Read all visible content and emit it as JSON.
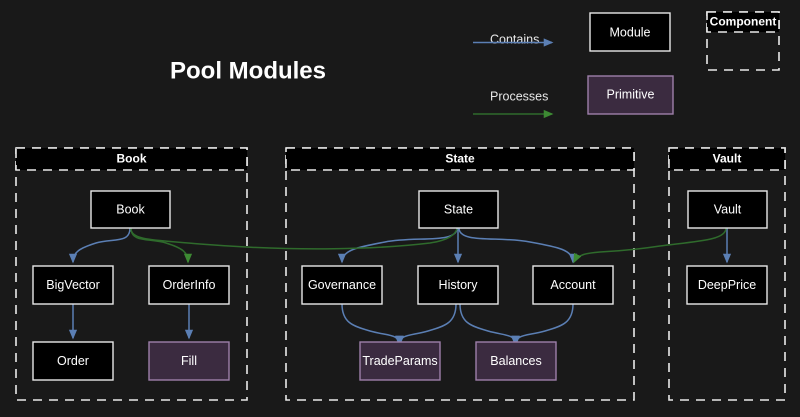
{
  "title": "Pool Modules",
  "colors": {
    "background": "#191919",
    "module_fill": "#000000",
    "module_stroke": "#e9e9e9",
    "primitive_fill": "#3b2b40",
    "primitive_stroke": "#9d7faa",
    "contains_edge": "#5b7fb4",
    "processes_edge": "#2f6b2c",
    "text": "#ffffff"
  },
  "legend": {
    "contains_label": "Contains",
    "processes_label": "Processes",
    "module_label": "Module",
    "primitive_label": "Primitive",
    "component_label": "Component"
  },
  "components": [
    {
      "id": "book",
      "title": "Book"
    },
    {
      "id": "state",
      "title": "State"
    },
    {
      "id": "vault",
      "title": "Vault"
    }
  ],
  "nodes": [
    {
      "id": "book",
      "label": "Book",
      "type": "module",
      "component": "book"
    },
    {
      "id": "bigvector",
      "label": "BigVector",
      "type": "module",
      "component": "book"
    },
    {
      "id": "orderinfo",
      "label": "OrderInfo",
      "type": "module",
      "component": "book"
    },
    {
      "id": "order",
      "label": "Order",
      "type": "module",
      "component": "book"
    },
    {
      "id": "fill",
      "label": "Fill",
      "type": "primitive",
      "component": "book"
    },
    {
      "id": "state",
      "label": "State",
      "type": "module",
      "component": "state"
    },
    {
      "id": "governance",
      "label": "Governance",
      "type": "module",
      "component": "state"
    },
    {
      "id": "history",
      "label": "History",
      "type": "module",
      "component": "state"
    },
    {
      "id": "account",
      "label": "Account",
      "type": "module",
      "component": "state"
    },
    {
      "id": "tradeparams",
      "label": "TradeParams",
      "type": "primitive",
      "component": "state"
    },
    {
      "id": "balances",
      "label": "Balances",
      "type": "primitive",
      "component": "state"
    },
    {
      "id": "vault",
      "label": "Vault",
      "type": "module",
      "component": "vault"
    },
    {
      "id": "deepprice",
      "label": "DeepPrice",
      "type": "module",
      "component": "vault"
    }
  ],
  "edges": [
    {
      "from": "book",
      "to": "bigvector",
      "kind": "contains"
    },
    {
      "from": "bigvector",
      "to": "order",
      "kind": "contains"
    },
    {
      "from": "orderinfo",
      "to": "fill",
      "kind": "contains"
    },
    {
      "from": "book",
      "to": "orderinfo",
      "kind": "processes"
    },
    {
      "from": "state",
      "to": "governance",
      "kind": "contains"
    },
    {
      "from": "state",
      "to": "history",
      "kind": "contains"
    },
    {
      "from": "state",
      "to": "account",
      "kind": "contains"
    },
    {
      "from": "governance",
      "to": "tradeparams",
      "kind": "contains"
    },
    {
      "from": "history",
      "to": "tradeparams",
      "kind": "contains"
    },
    {
      "from": "history",
      "to": "balances",
      "kind": "contains"
    },
    {
      "from": "account",
      "to": "balances",
      "kind": "contains"
    },
    {
      "from": "vault",
      "to": "deepprice",
      "kind": "contains"
    },
    {
      "from": "vault",
      "to": "account",
      "kind": "processes"
    }
  ]
}
